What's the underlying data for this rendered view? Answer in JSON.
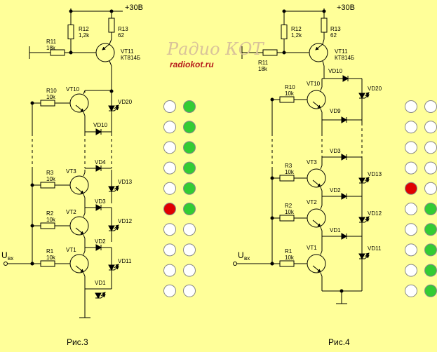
{
  "colors": {
    "background": "#ffff99",
    "led_off": "#ffffff",
    "led_green": "#33cc33",
    "led_red": "#e00000",
    "logo": "#d9c39a",
    "url": "#b71c1c"
  },
  "watermark": {
    "logo_text": "Радио КОТ",
    "url": "radiokot.ru"
  },
  "fig3": {
    "caption": "Рис.3",
    "supply": "+30В",
    "input": "U",
    "input_sub": "вх",
    "top": [
      {
        "name": "R12",
        "value": "1,2k"
      },
      {
        "name": "R13",
        "value": "62"
      },
      {
        "name": "R11",
        "value": "18k"
      },
      {
        "name": "VT11",
        "value": "КТ814Б"
      }
    ],
    "stages": [
      {
        "r": "R10",
        "rv": "10k",
        "vt": "VT10",
        "led": "VD20",
        "vd": "VD10"
      },
      {
        "r": "R3",
        "rv": "10k",
        "vt": "VT3",
        "led": "VD13",
        "vd": "VD4"
      },
      {
        "r": "R2",
        "rv": "10k",
        "vt": "VT2",
        "led": "VD12",
        "vd": "VD3"
      },
      {
        "r": "R1",
        "rv": "10k",
        "vt": "VT1",
        "led": "VD11",
        "vd": "VD2"
      }
    ],
    "bottom_led": "VD1",
    "indicator": {
      "left": [
        "off",
        "off",
        "off",
        "off",
        "off",
        "red",
        "off",
        "off",
        "off",
        "off"
      ],
      "right": [
        "green",
        "green",
        "green",
        "green",
        "green",
        "green",
        "off",
        "off",
        "off",
        "off"
      ]
    }
  },
  "fig4": {
    "caption": "Рис.4",
    "supply": "+30В",
    "input": "U",
    "input_sub": "вх",
    "top": [
      {
        "name": "R12",
        "value": "1,2k"
      },
      {
        "name": "R13",
        "value": "62"
      },
      {
        "name": "R11",
        "value": "18k"
      },
      {
        "name": "VT11",
        "value": "КТ814Б"
      }
    ],
    "stages": [
      {
        "r": "R10",
        "rv": "10k",
        "vt": "VT10"
      },
      {
        "r": "R3",
        "rv": "10k",
        "vt": "VT3"
      },
      {
        "r": "R2",
        "rv": "10k",
        "vt": "VT2"
      },
      {
        "r": "R1",
        "rv": "10k",
        "vt": "VT1"
      }
    ],
    "diodes": [
      "VD10",
      "VD9",
      "VD3",
      "VD2",
      "VD1"
    ],
    "leds": [
      "VD20",
      "VD13",
      "VD12",
      "VD11"
    ],
    "indicator": {
      "left": [
        "off",
        "off",
        "off",
        "off",
        "red",
        "off",
        "off",
        "off",
        "off",
        "off"
      ],
      "right": [
        "off",
        "off",
        "off",
        "off",
        "off",
        "green",
        "green",
        "green",
        "green",
        "green"
      ]
    }
  }
}
